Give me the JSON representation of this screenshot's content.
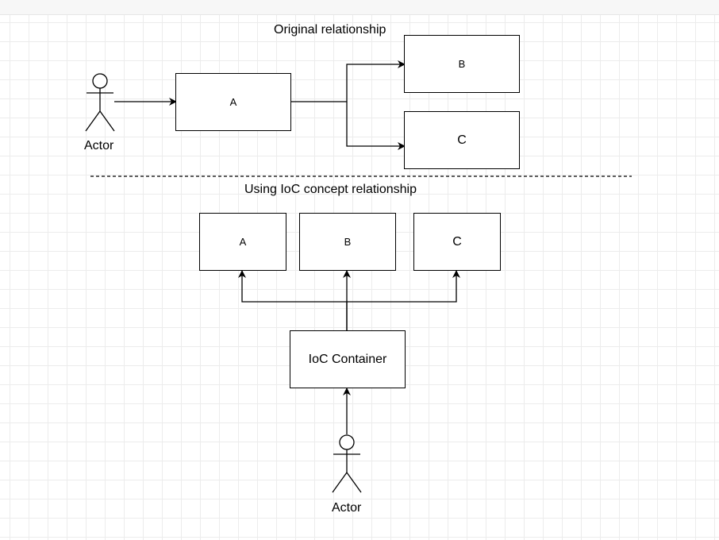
{
  "colors": {
    "stroke": "#000000",
    "grid": "#ececec",
    "background": "#ffffff"
  },
  "section_top": {
    "title": "Original relationship",
    "actor_label": "Actor",
    "box_a": "A",
    "box_b": "B",
    "box_c": "C"
  },
  "section_bottom": {
    "title": "Using IoC concept relationship",
    "box_a": "A",
    "box_b": "B",
    "box_c": "C",
    "container": "IoC Container",
    "actor_label": "Actor"
  }
}
